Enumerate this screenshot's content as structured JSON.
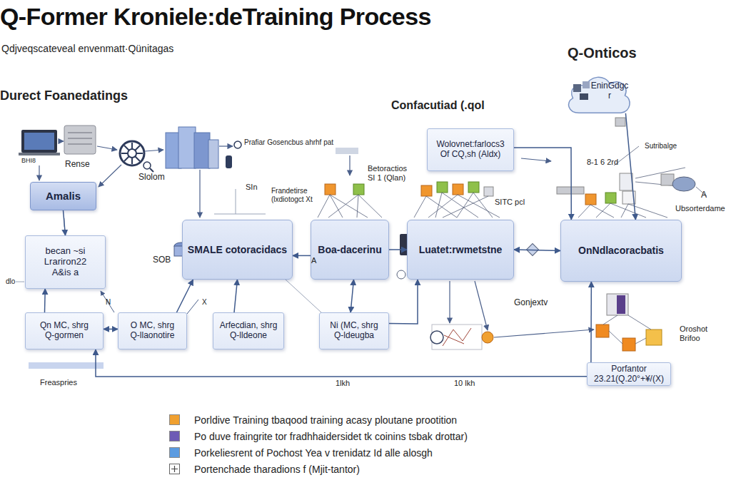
{
  "diagram": {
    "title": "Q-Former Kroniele:deTraining Process",
    "nodes": [
      {
        "text": [
          "EninGdgcr"
        ]
      },
      {
        "text": [
          "Wolovnet:farlocs3",
          "Of CQ,sh (Aldx)"
        ]
      },
      {
        "text": [
          "Amalis"
        ]
      },
      {
        "text": [
          "becan ~si",
          "Lrariron22",
          "A&is a"
        ]
      },
      {
        "text": [
          "SMALE cotoracidacs"
        ]
      },
      {
        "text": [
          "Boa-dacerinu"
        ]
      },
      {
        "text": [
          "Luatet:rwmetstne"
        ]
      },
      {
        "text": [
          "OnNdlacoracbatis"
        ]
      },
      {
        "text": [
          "Qn MC, shrg",
          "Q-gormen"
        ]
      },
      {
        "text": [
          "O MC, shrg",
          "Q-llaonotire"
        ]
      },
      {
        "text": [
          "Arfecdian, shrg",
          "Q-lldeone"
        ]
      },
      {
        "text": [
          "Ni (MC, shrg",
          "Q-ldeugba"
        ]
      },
      {
        "text": [
          "Porfantor",
          "23.21(Q.20°+¥/(X)"
        ]
      }
    ],
    "edges": [
      {
        "from": 2,
        "to": 3,
        "arrow": "to"
      },
      {
        "from": 8,
        "to": 3,
        "arrow": "to"
      },
      {
        "from": 8,
        "to": 9,
        "arrow": "both"
      },
      {
        "from": 9,
        "to": 4,
        "arrow": "to"
      },
      {
        "from": 10,
        "to": 4,
        "arrow": "to"
      },
      {
        "from": 5,
        "to": 4,
        "arrow": "to"
      },
      {
        "from": 5,
        "to": 6,
        "arrow": "to"
      },
      {
        "from": 5,
        "to": 11,
        "arrow": "both"
      },
      {
        "from": 6,
        "to": 7,
        "arrow": "both"
      },
      {
        "from": 1,
        "to": 7,
        "arrow": "to"
      },
      {
        "from": 0,
        "to": 7,
        "arrow": "to"
      },
      {
        "from": 12,
        "to": 7,
        "arrow": "to"
      },
      {
        "from": 11,
        "to": 6,
        "arrow": "to"
      },
      {
        "from": 12,
        "to": 8,
        "label": "1lkh",
        "arrow": "to"
      }
    ],
    "labels": [
      "Qdjveqscateveal envenmatt·Qünitagas",
      "Durect Foanedatings",
      "BHI8",
      "Rense",
      "Slolom",
      "Prafiar Gosencbus ahrhf pat",
      "Confacutiad (.qol",
      "Q-Onticos",
      "Betoractios SI 1 (Qlan)",
      "SIn",
      "Frandetirse (lxdiotogct Xt",
      "SITC pcl",
      "8-1 6 2rd",
      "Sutribalge",
      "A",
      "Ubsorterdame",
      "SOB",
      "A",
      "dlo",
      "N",
      "X",
      "Gonjextv",
      "Oroshot Brifoo",
      "Freaspries",
      "10 lkh"
    ],
    "legend": [
      {
        "text": "Porldive Training tbaqood training acasy ploutane prootition",
        "color": "#f0a030"
      },
      {
        "text": "Po duve fraingrite tor fradhhaidersidet tk coinins tsbak drottar)",
        "color": "#6d5bb5"
      },
      {
        "text": "Porkeliesrent of Pochost Yea v trenidatz Id alle alosgh",
        "color": "#5b9be0"
      },
      {
        "text": "Portenchade tharadions f (Mjit-tantor)"
      }
    ]
  }
}
